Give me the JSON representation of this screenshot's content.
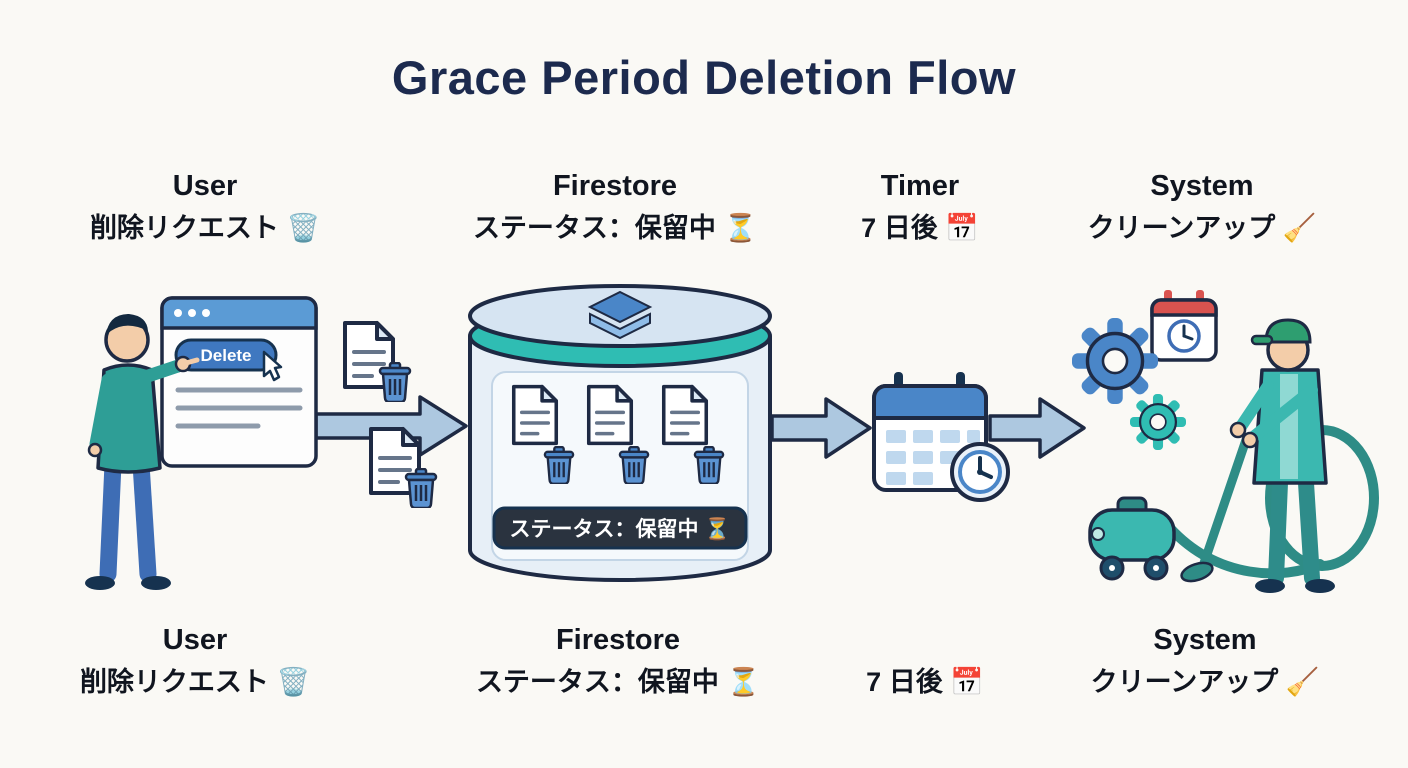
{
  "title": "Grace Period Deletion Flow",
  "stages_top": [
    {
      "title": "User",
      "subtitle": "削除リクエスト 🗑️"
    },
    {
      "title": "Firestore",
      "subtitle": "ステータス：保留中 ⏳"
    },
    {
      "title": "Timer",
      "subtitle": "7 日後 📅"
    },
    {
      "title": "System",
      "subtitle": "クリーンアップ 🧹"
    }
  ],
  "stages_bottom": [
    {
      "title": "User",
      "subtitle": "削除リクエスト 🗑️"
    },
    {
      "title": "Firestore",
      "subtitle": "ステータス：保留中 ⏳"
    },
    {
      "title": "",
      "subtitle": "7 日後 📅"
    },
    {
      "title": "System",
      "subtitle": "クリーンアップ 🧹"
    }
  ],
  "illustration": {
    "delete_button_label": "Delete",
    "firestore_status_badge": "ステータス：保留中 ⏳"
  },
  "colors": {
    "background": "#FAF9F5",
    "title_text": "#1C2A4E",
    "label_text": "#10151F",
    "arrow_fill": "#ADC8E0",
    "outline_navy": "#1E2A44",
    "firestore_teal": "#2FBDB3",
    "button_blue": "#3F78C0",
    "badge_bg": "#2A333F",
    "accent_red": "#D9534F"
  }
}
